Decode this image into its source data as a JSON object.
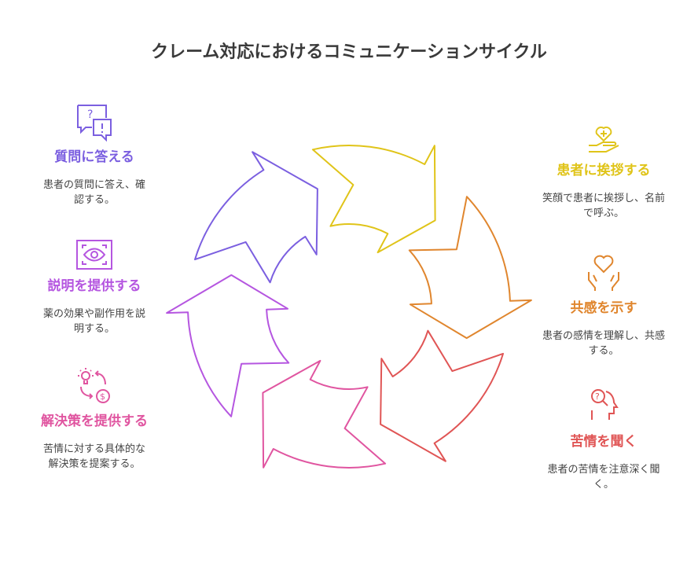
{
  "title": "クレーム対応におけるコミュニケーションサイクル",
  "colors": {
    "purple": "#7b5fe0",
    "violet": "#b556e0",
    "pink": "#e055a0",
    "yellow": "#e0c419",
    "orange": "#e0862e",
    "red": "#e05555"
  },
  "steps": [
    {
      "title": "患者に挨拶する",
      "desc": "笑顔で患者に挨拶し、名前で呼ぶ。",
      "icon": "heart-hand-icon"
    },
    {
      "title": "共感を示す",
      "desc": "患者の感情を理解し、共感する。",
      "icon": "heart-hands-icon"
    },
    {
      "title": "苦情を聞く",
      "desc": "患者の苦情を注意深く聞く。",
      "icon": "head-question-icon"
    },
    {
      "title": "解決策を提供する",
      "desc": "苦情に対する具体的な解決策を提案する。",
      "icon": "idea-money-icon"
    },
    {
      "title": "説明を提供する",
      "desc": "薬の効果や副作用を説明する。",
      "icon": "eye-scan-icon"
    },
    {
      "title": "質問に答える",
      "desc": "患者の質問に答え、確認する。",
      "icon": "chat-question-icon"
    }
  ]
}
